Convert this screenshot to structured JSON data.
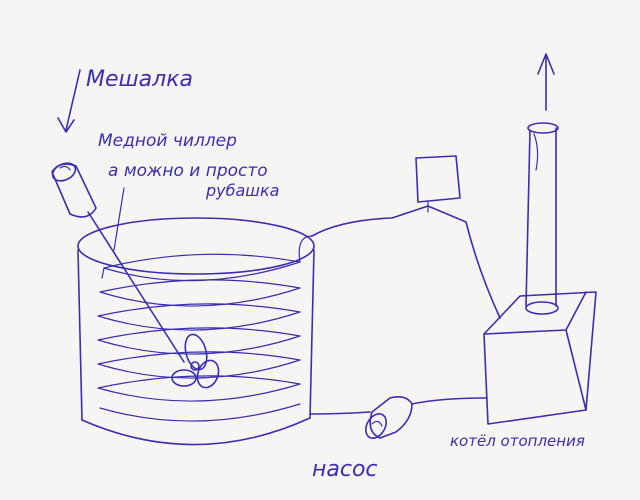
{
  "labels": {
    "mixer": "Мешалка",
    "chiller_line1": "Медной чиллер",
    "chiller_line2": "а можно и просто",
    "chiller_line3": "рубашка",
    "pump": "насос",
    "boiler": "котёл отопления"
  },
  "colors": {
    "ink": "#3a2fb0",
    "paper": "#f6f5f3"
  }
}
